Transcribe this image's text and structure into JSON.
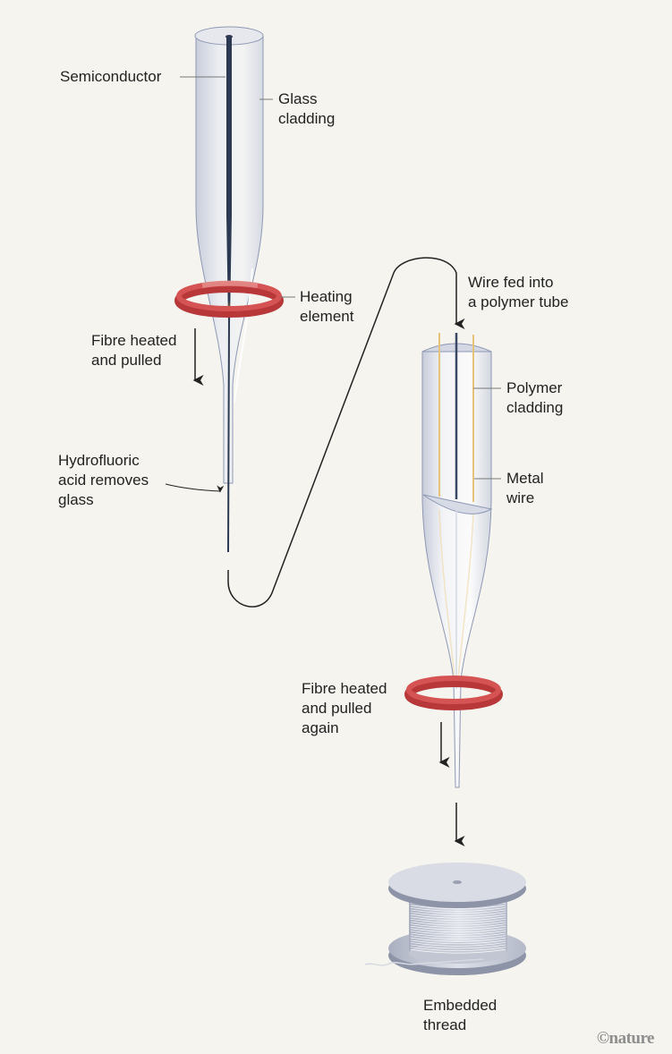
{
  "labels": {
    "semiconductor": "Semiconductor",
    "glass_cladding": "Glass\ncladding",
    "heating_element": "Heating\nelement",
    "fibre_heated_pulled": "Fibre heated\nand pulled",
    "hydrofluoric": "Hydrofluoric\nacid removes\nglass",
    "wire_fed": "Wire fed into\na polymer tube",
    "polymer_cladding": "Polymer\ncladding",
    "metal_wire": "Metal\nwire",
    "fibre_heated_pulled_again": "Fibre heated\nand pulled\nagain",
    "embedded_thread": "Embedded\nthread"
  },
  "credit": "©nature",
  "colors": {
    "background": "#f5f4ee",
    "heating_ring": "#c9403f",
    "semiconductor": "#2b3a52",
    "metal_wire": "#e6c27a",
    "glass": "#dfe2ea"
  }
}
